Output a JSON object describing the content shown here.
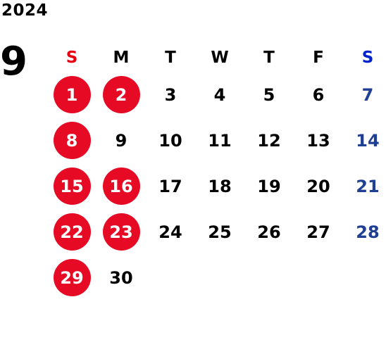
{
  "year": "2024",
  "month": "9",
  "colors": {
    "sunday_header": "#e60012",
    "saturday_header": "#0022cc",
    "holiday_circle": "#e60a24",
    "saturday_date": "#1f3f94",
    "weekday": "#000000"
  },
  "weekdays": [
    {
      "label": "S",
      "color": "#e60012"
    },
    {
      "label": "M",
      "color": "#000000"
    },
    {
      "label": "T",
      "color": "#000000"
    },
    {
      "label": "W",
      "color": "#000000"
    },
    {
      "label": "T",
      "color": "#000000"
    },
    {
      "label": "F",
      "color": "#000000"
    },
    {
      "label": "S",
      "color": "#0022cc"
    }
  ],
  "weeks": [
    [
      {
        "d": "1",
        "type": "holiday"
      },
      {
        "d": "2",
        "type": "holiday"
      },
      {
        "d": "3",
        "type": "normal"
      },
      {
        "d": "4",
        "type": "normal"
      },
      {
        "d": "5",
        "type": "normal"
      },
      {
        "d": "6",
        "type": "normal"
      },
      {
        "d": "7",
        "type": "sat"
      }
    ],
    [
      {
        "d": "8",
        "type": "holiday"
      },
      {
        "d": "9",
        "type": "normal"
      },
      {
        "d": "10",
        "type": "normal"
      },
      {
        "d": "11",
        "type": "normal"
      },
      {
        "d": "12",
        "type": "normal"
      },
      {
        "d": "13",
        "type": "normal"
      },
      {
        "d": "14",
        "type": "sat"
      }
    ],
    [
      {
        "d": "15",
        "type": "holiday"
      },
      {
        "d": "16",
        "type": "holiday"
      },
      {
        "d": "17",
        "type": "normal"
      },
      {
        "d": "18",
        "type": "normal"
      },
      {
        "d": "19",
        "type": "normal"
      },
      {
        "d": "20",
        "type": "normal"
      },
      {
        "d": "21",
        "type": "sat"
      }
    ],
    [
      {
        "d": "22",
        "type": "holiday"
      },
      {
        "d": "23",
        "type": "holiday"
      },
      {
        "d": "24",
        "type": "normal"
      },
      {
        "d": "25",
        "type": "normal"
      },
      {
        "d": "26",
        "type": "normal"
      },
      {
        "d": "27",
        "type": "normal"
      },
      {
        "d": "28",
        "type": "sat"
      }
    ],
    [
      {
        "d": "29",
        "type": "holiday"
      },
      {
        "d": "30",
        "type": "normal"
      },
      {
        "d": "",
        "type": "empty"
      },
      {
        "d": "",
        "type": "empty"
      },
      {
        "d": "",
        "type": "empty"
      },
      {
        "d": "",
        "type": "empty"
      },
      {
        "d": "",
        "type": "empty"
      }
    ]
  ]
}
